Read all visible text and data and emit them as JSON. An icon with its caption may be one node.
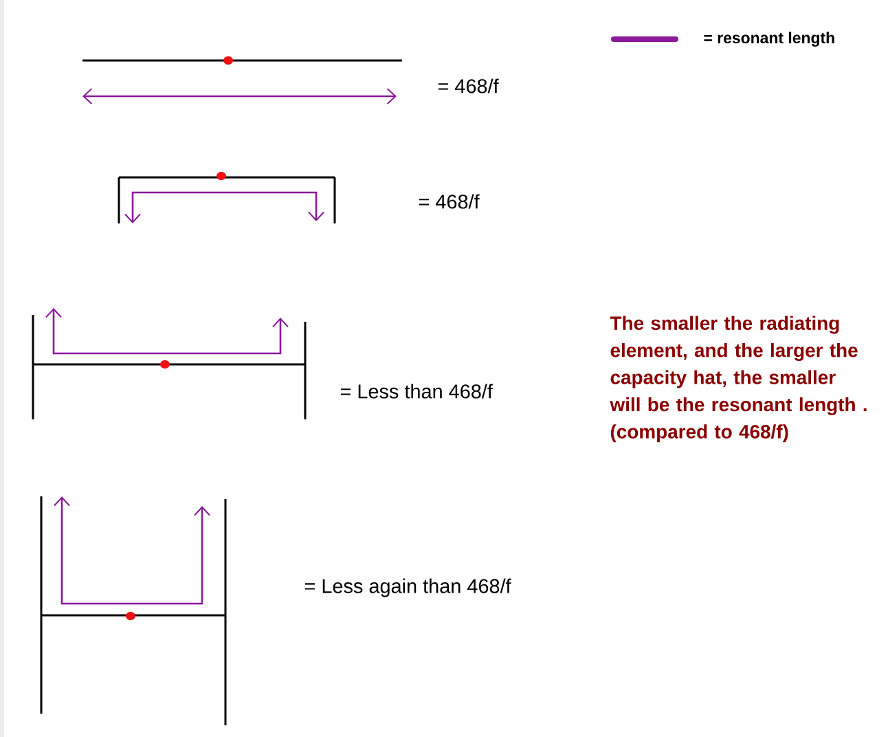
{
  "diagram": {
    "labels": [
      "= 468/f",
      "= 468/f",
      "= Less than 468/f",
      "= Less again than 468/f",
      "The smaller the radiating element, and the larger the capacity hat, the smaller will be the resonant length . (compared to 468/f)"
    ],
    "legend": [
      {
        "text": "= resonant length"
      }
    ]
  }
}
